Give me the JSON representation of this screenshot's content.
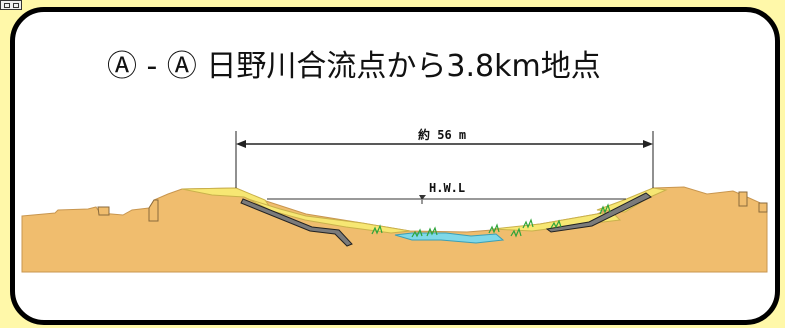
{
  "title": "Ⓐ - Ⓐ 日野川合流点から3.8km地点",
  "width_label": "約 56 m",
  "hwl_label": "H.W.L",
  "icons": {
    "corner": "window-icon",
    "water_level": "water-level-marker-icon",
    "plants": "grass-icon"
  },
  "colors": {
    "background": "#fff8a9",
    "panel": "#ffffff",
    "ground": "#f0bd6e",
    "embankment": "#f7e773",
    "water": "#7fd8e8",
    "revetment": "#7b7b7b"
  }
}
